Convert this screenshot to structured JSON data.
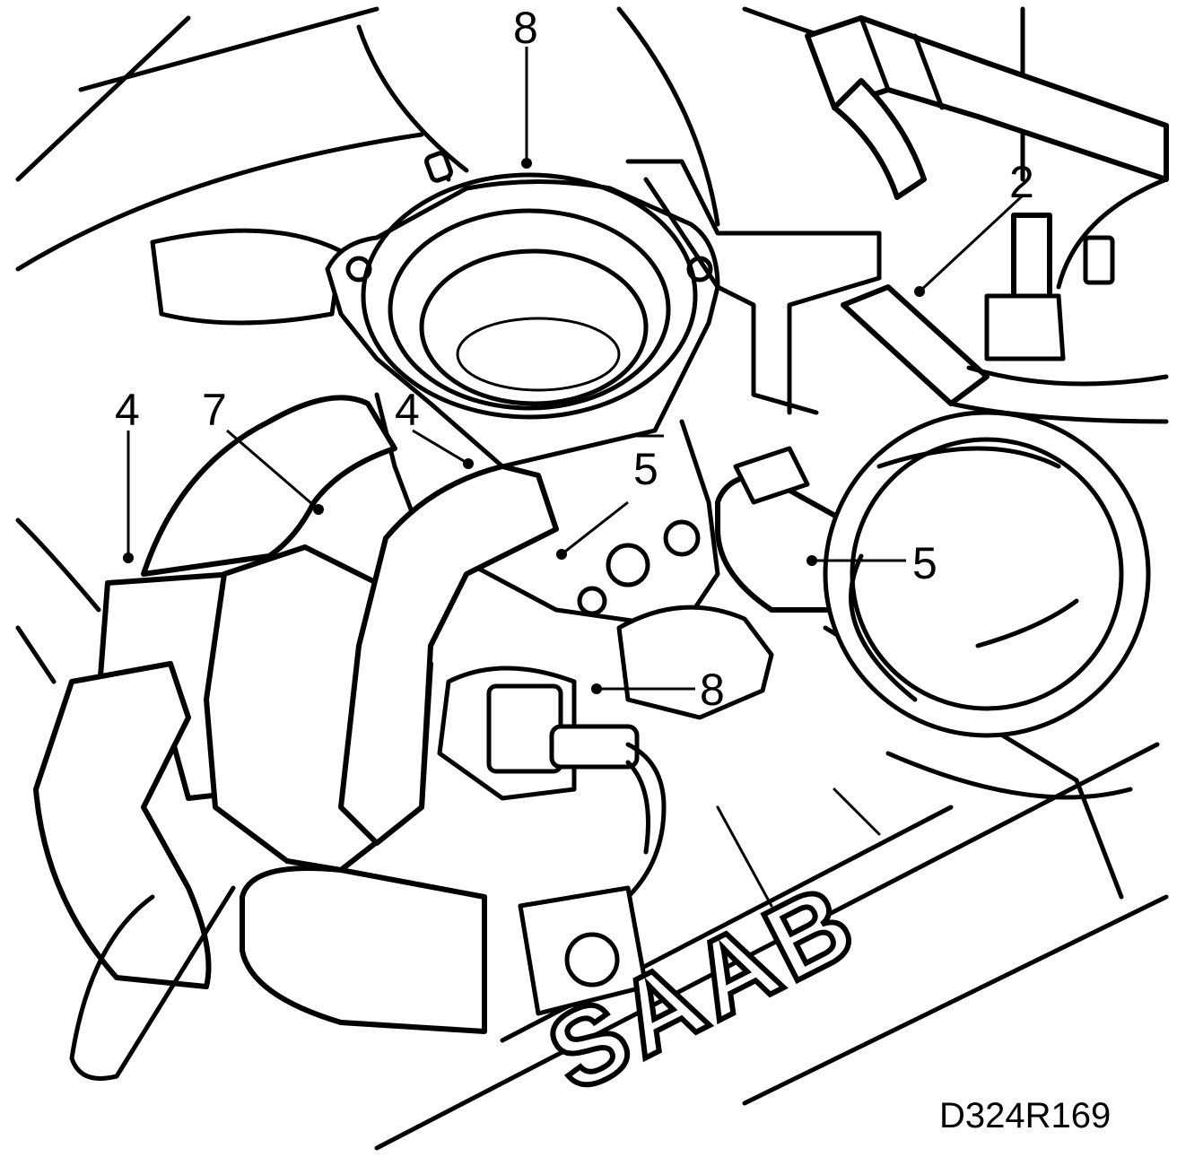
{
  "callouts": [
    {
      "id": "c8-top",
      "label": "8"
    },
    {
      "id": "c2",
      "label": "2"
    },
    {
      "id": "c4-left",
      "label": "4"
    },
    {
      "id": "c7",
      "label": "7"
    },
    {
      "id": "c4-mid",
      "label": "4"
    },
    {
      "id": "c5-upper",
      "label": "5"
    },
    {
      "id": "c5-right",
      "label": "5"
    },
    {
      "id": "c8-low",
      "label": "8"
    }
  ],
  "brand_text": "SAAB",
  "figure_code": "D324R169"
}
